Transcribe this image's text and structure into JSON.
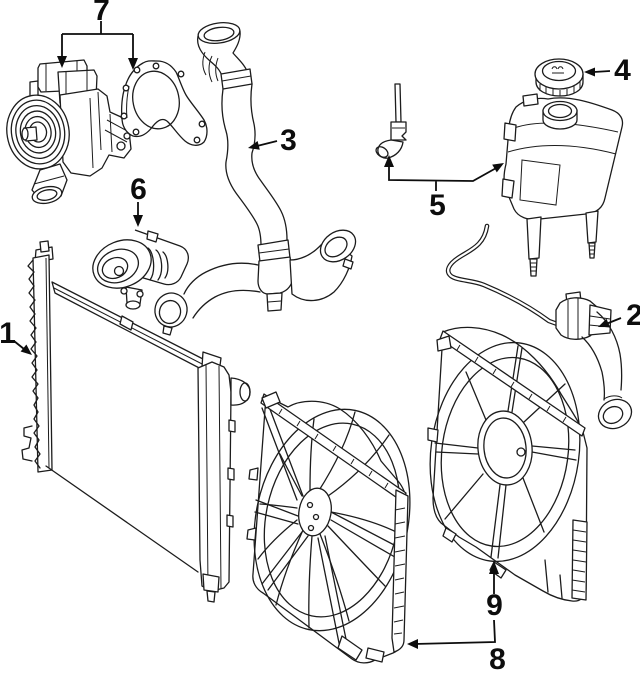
{
  "diagram": {
    "background_color": "#ffffff",
    "line_color": "#1c1c1c",
    "label_color": "#0d0d0d",
    "callouts": [
      {
        "number": "1"
      },
      {
        "number": "2"
      },
      {
        "number": "3"
      },
      {
        "number": "4"
      },
      {
        "number": "5"
      },
      {
        "number": "6"
      },
      {
        "number": "7"
      },
      {
        "number": "8"
      },
      {
        "number": "9"
      }
    ]
  }
}
